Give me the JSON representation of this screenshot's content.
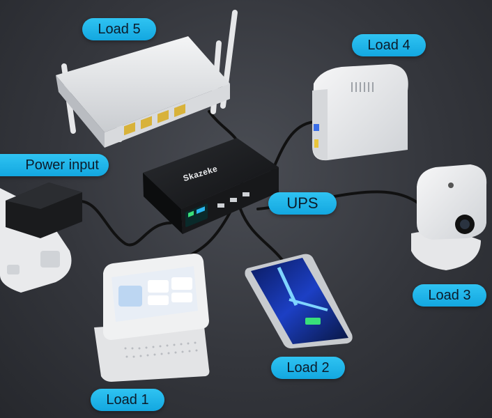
{
  "labels": {
    "load5": "Load 5",
    "load4": "Load 4",
    "power_input": "Power input",
    "ups": "UPS",
    "load3": "Load 3",
    "load2": "Load 2",
    "load1": "Load 1"
  },
  "device": {
    "brand": "Skazeke"
  },
  "colors": {
    "label_bg": "#1fb2e8",
    "label_text": "#0b1b2a",
    "background": "#34363c"
  }
}
